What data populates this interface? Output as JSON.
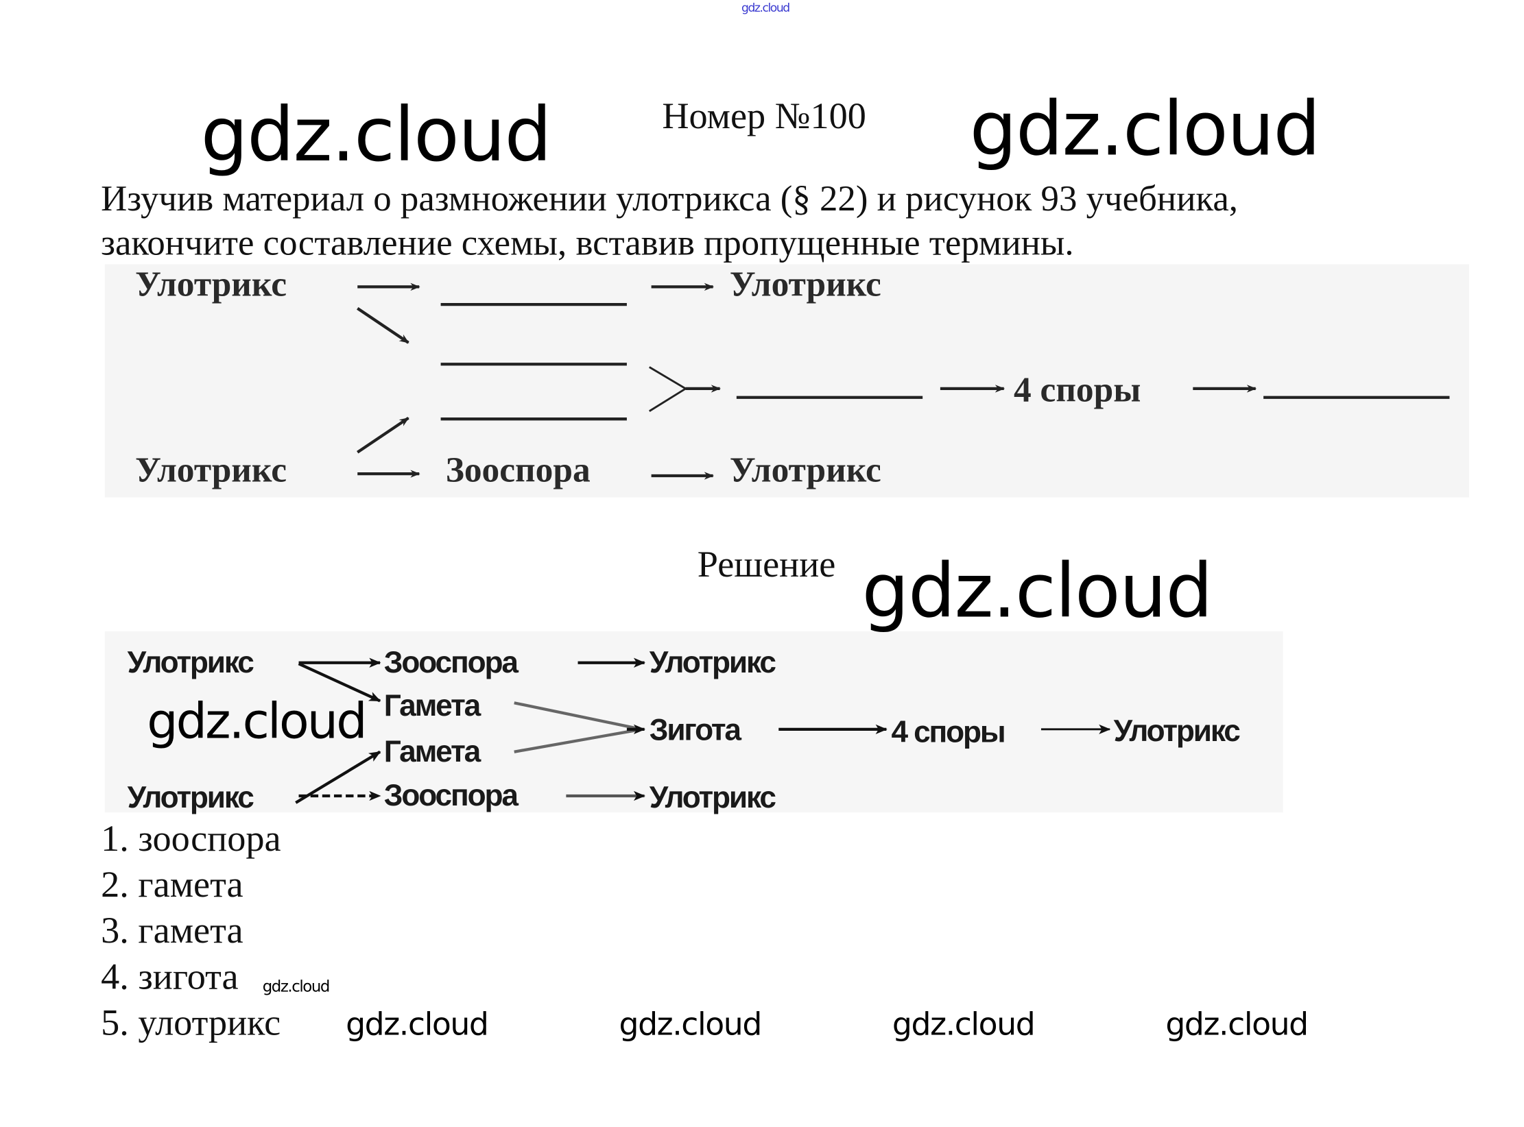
{
  "watermark": "gdz.cloud",
  "title": "Номер №100",
  "task": {
    "line1": "Изучив материал о размножении улотрикса (§ 22) и рисунок 93 учебника,",
    "line2": "закончите составление схемы, вставив пропущенные термины."
  },
  "scheme_task": {
    "ulotrix": "Улотрикс",
    "zoospore": "Зооспора",
    "spores": "4 споры"
  },
  "solution_title": "Решение",
  "scheme_solution": {
    "ulotrix": "Улотрикс",
    "zoospore": "Зооспора",
    "gamete": "Гамета",
    "zygote": "Зигота",
    "spores": "4 споры"
  },
  "answers": [
    "1. зооспора",
    "2. гамета",
    "3. гамета",
    "4. зигота",
    "5. улотрикс"
  ]
}
